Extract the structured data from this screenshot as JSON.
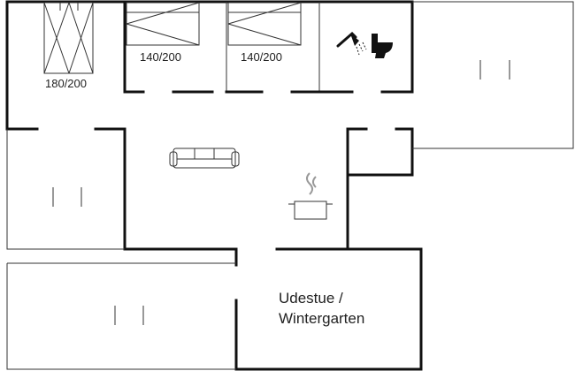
{
  "rooms": {
    "bedroom1_bed": "180/200",
    "bedroom2_bed": "140/200",
    "bedroom3_bed": "140/200",
    "sunroom_line1": "Udestue /",
    "sunroom_line2": "Wintergarten"
  },
  "icons": [
    "bed-icon",
    "shower-icon",
    "toilet-icon",
    "sofa-icon",
    "cooking-pot-icon",
    "window-icon"
  ]
}
